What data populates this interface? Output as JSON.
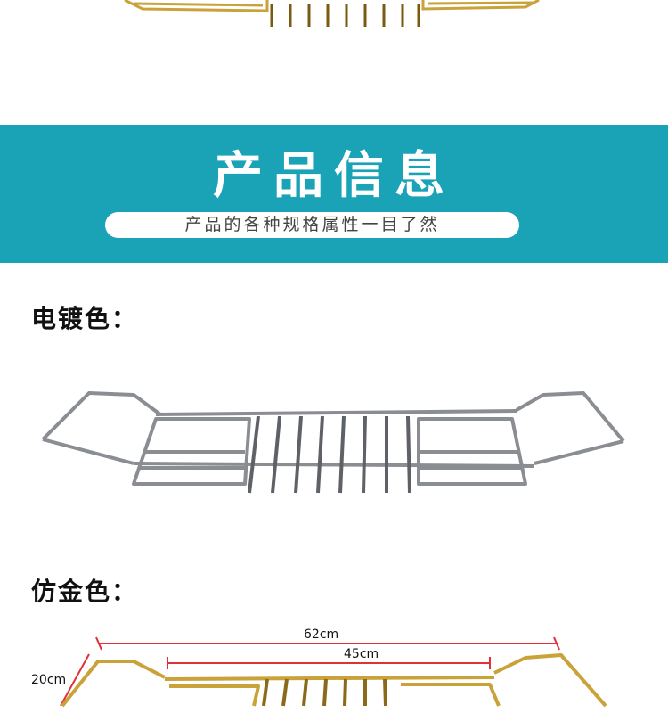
{
  "banner": {
    "title": "产品信息",
    "subtitle": "产品的各种规格属性一目了然",
    "color": "#1aa3b6"
  },
  "sections": {
    "chrome_label": "电镀色：",
    "gold_label": "仿金色："
  },
  "dimensions": {
    "total_length": "62cm",
    "inner_length": "45cm",
    "width": "20cm"
  },
  "colors": {
    "chrome": "#8a8d92",
    "gold": "#c9a23a",
    "dimension_line": "#e0303a"
  }
}
